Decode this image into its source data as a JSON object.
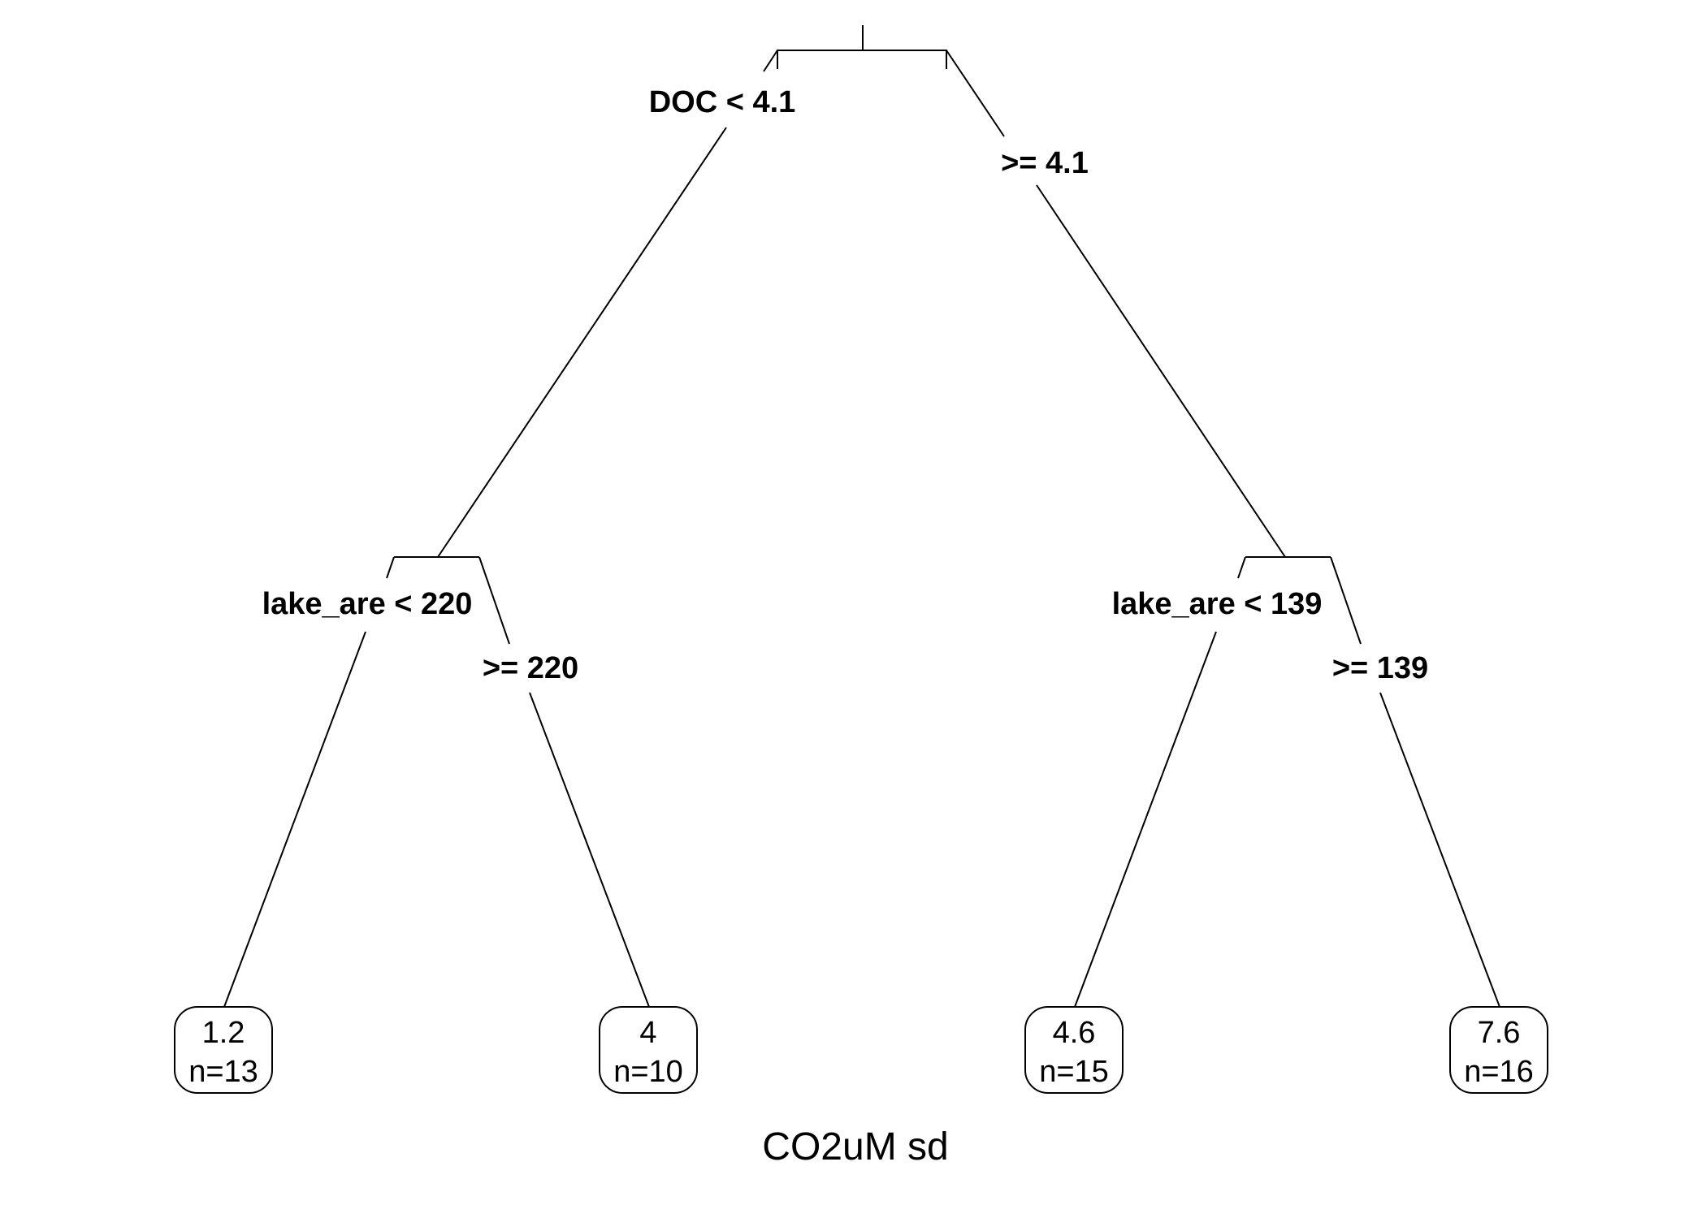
{
  "tree": {
    "root": {
      "left_label": "DOC < 4.1",
      "right_label": ">= 4.1"
    },
    "left_split": {
      "left_label": "lake_are < 220",
      "right_label": ">= 220"
    },
    "right_split": {
      "left_label": "lake_are < 139",
      "right_label": ">= 139"
    },
    "leaves": [
      {
        "value": "1.2",
        "n": "n=13"
      },
      {
        "value": "4",
        "n": "n=10"
      },
      {
        "value": "4.6",
        "n": "n=15"
      },
      {
        "value": "7.6",
        "n": "n=16"
      }
    ]
  },
  "caption": "CO2uM sd"
}
